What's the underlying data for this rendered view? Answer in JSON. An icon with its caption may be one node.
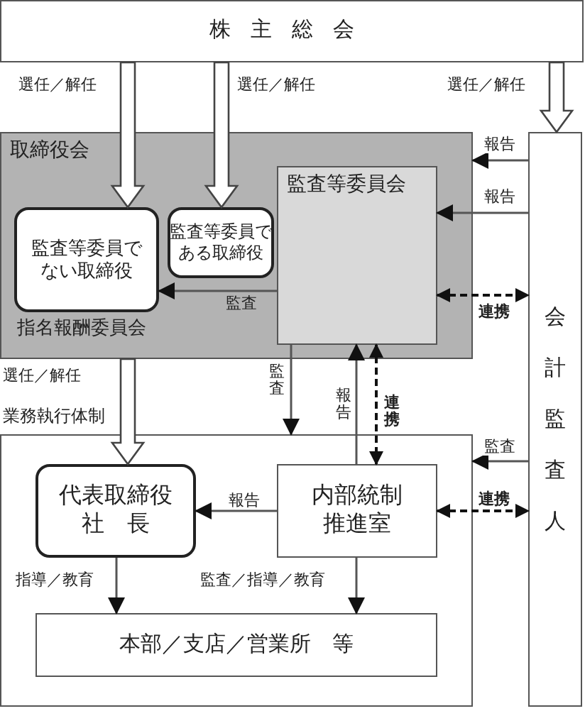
{
  "diagram": {
    "nodes": [
      {
        "text": [
          "株主総会"
        ]
      },
      {
        "text": [
          "取締役会"
        ]
      },
      {
        "text": [
          "監査等委員でない取締役"
        ],
        "in": 1,
        "beside": [
          "指名報酬委員会"
        ]
      },
      {
        "text": [
          "監査等委員会"
        ],
        "in": 1
      },
      {
        "text": [
          "監査等委員である取締役"
        ],
        "in": 1
      },
      {
        "text": [
          "業務執行体制"
        ]
      },
      {
        "text": [
          "代表取締役社　長"
        ],
        "in": 5
      },
      {
        "text": [
          "内部統制推進室"
        ],
        "in": 5
      },
      {
        "text": [
          "本部／支店／営業所　等"
        ],
        "in": 5
      },
      {
        "text": [
          "会計監査人"
        ]
      }
    ],
    "edges": [
      {
        "from": 0,
        "to": 2,
        "arrow": "to",
        "label": "選任／解任",
        "style": "thick"
      },
      {
        "from": 0,
        "to": 4,
        "arrow": "to",
        "label": "選任／解任",
        "style": "thick"
      },
      {
        "from": 0,
        "to": 9,
        "arrow": "to",
        "label": "選任／解任",
        "style": "thick"
      },
      {
        "from": 9,
        "to": 1,
        "arrow": "to",
        "label": "報告"
      },
      {
        "from": 9,
        "to": 3,
        "arrow": "to",
        "label": "報告"
      },
      {
        "from": 3,
        "to": 2,
        "arrow": "to",
        "label": "監査"
      },
      {
        "from": 3,
        "to": 9,
        "arrow": "both",
        "label": "連携",
        "style": "dashed"
      },
      {
        "from": 3,
        "to": 5,
        "arrow": "to",
        "label": "監査"
      },
      {
        "from": 7,
        "to": 3,
        "arrow": "to",
        "label": "報告"
      },
      {
        "from": 3,
        "to": 7,
        "arrow": "both",
        "label": "連携",
        "style": "dashed"
      },
      {
        "from": 1,
        "to": 6,
        "arrow": "to",
        "label": "選任／解任",
        "style": "thick"
      },
      {
        "from": 9,
        "to": 5,
        "arrow": "to",
        "label": "監査"
      },
      {
        "from": 7,
        "to": 9,
        "arrow": "both",
        "label": "連携",
        "style": "dashed"
      },
      {
        "from": 7,
        "to": 6,
        "arrow": "to",
        "label": "報告"
      },
      {
        "from": 6,
        "to": 8,
        "arrow": "to",
        "label": "指導／教育"
      },
      {
        "from": 7,
        "to": 8,
        "arrow": "to",
        "label": "監査／指導／教育"
      }
    ]
  }
}
